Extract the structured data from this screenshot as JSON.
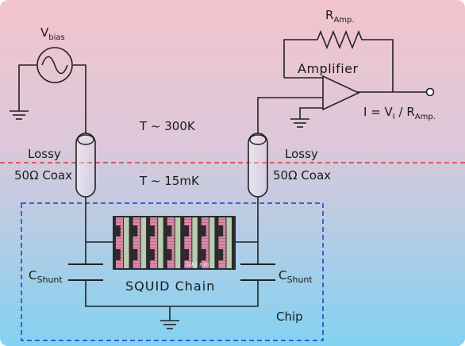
{
  "labels": {
    "vbias_main": "V",
    "vbias_sub": "bias",
    "ramp_main": "R",
    "ramp_sub": "Amp.",
    "amplifier": "Amplifier",
    "current_I": "I = V",
    "current_sub1": "I",
    "current_slash": " / R",
    "current_sub2": "Amp.",
    "temp_room": "T ~ 300K",
    "temp_cold": "T ~ 15mK",
    "lossy_left": "Lossy",
    "coax_left": "50Ω Coax",
    "lossy_right": "Lossy",
    "coax_right": "50Ω Coax",
    "cshunt_left_main": "C",
    "cshunt_left_sub": "Shunt",
    "cshunt_right_main": "C",
    "cshunt_right_sub": "Shunt",
    "squid_chain": "SQUID Chain",
    "chip": "Chip",
    "scale_bar": "300 nm"
  },
  "colors": {
    "top_gradient": "#f2c4cc",
    "bottom_gradient": "#82d2f2",
    "boundary_line": "#d9303a",
    "chip_box": "#2438c8",
    "wire": "#222222",
    "squid_pink": "#d78aa6",
    "squid_green": "#b8ccb0",
    "squid_dark": "#2c2a2e"
  }
}
